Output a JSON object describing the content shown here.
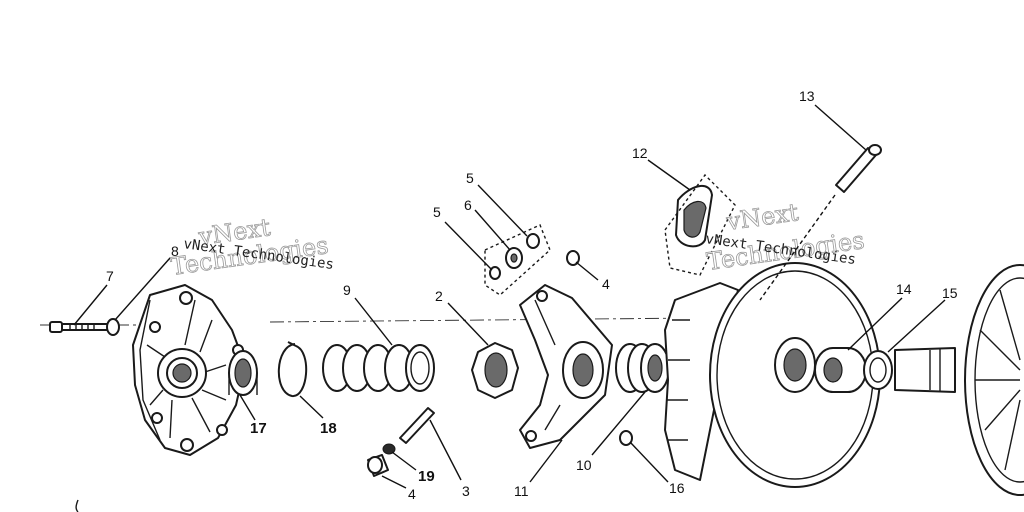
{
  "callouts": {
    "c2": "2",
    "c3": "3",
    "c4a": "4",
    "c4b": "4",
    "c5a": "5",
    "c5b": "5",
    "c6": "6",
    "c7": "7",
    "c8": "8",
    "c9": "9",
    "c10": "10",
    "c11": "11",
    "c12": "12",
    "c13": "13",
    "c14": "14",
    "c15": "15",
    "c16": "16",
    "c17": "17",
    "c18": "18",
    "c19": "19"
  },
  "watermark": {
    "line1": "vNext",
    "line2": "Technologies",
    "caption": "vNext Technologies"
  },
  "colors": {
    "ink": "#1a1a1a",
    "paper": "#ffffff",
    "watermark": "#9a9a9a"
  }
}
